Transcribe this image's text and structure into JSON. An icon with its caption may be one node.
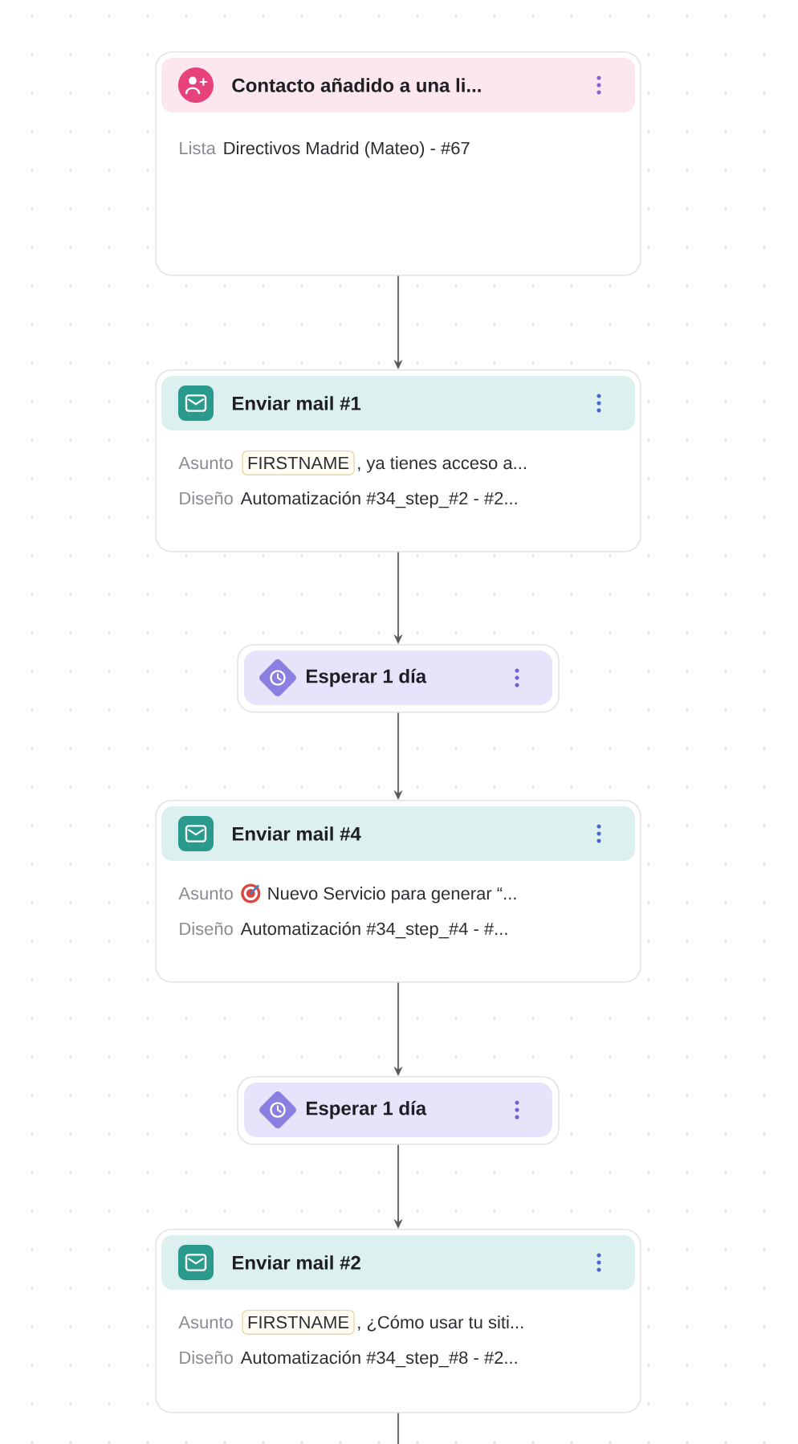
{
  "diagram": {
    "nodes": [
      {
        "text": [
          "Contacto añadido a una li...",
          "Lista",
          "Directivos Madrid (Mateo) - #67"
        ]
      },
      {
        "text": [
          "Enviar mail #1",
          "Asunto",
          ", ya tienes acceso a...",
          "Diseño",
          "Automatización #34_step_#2 - #2..."
        ]
      },
      {
        "text": [
          "FIRSTNAME"
        ],
        "in": 1
      },
      {
        "text": [
          "Esperar 1 día"
        ]
      },
      {
        "text": [
          "Enviar mail #4",
          "Asunto",
          "Nuevo Servicio para generar “...",
          "Diseño",
          "Automatización #34_step_#4 - #..."
        ]
      },
      {
        "text": [
          "Esperar 1 día"
        ]
      },
      {
        "text": [
          "Enviar mail #2",
          "Asunto",
          ", ¿Cómo usar tu siti...",
          "Diseño",
          "Automatización #34_step_#8 - #2..."
        ]
      },
      {
        "text": [
          "FIRSTNAME"
        ],
        "in": 6
      }
    ],
    "edges": [
      {
        "from": 0,
        "to": 1,
        "arrow": "to"
      },
      {
        "from": 1,
        "to": 3,
        "arrow": "to"
      },
      {
        "from": 3,
        "to": 4,
        "arrow": "to"
      },
      {
        "from": 4,
        "to": 5,
        "arrow": "to"
      },
      {
        "from": 5,
        "to": 6,
        "arrow": "to"
      },
      {
        "from": 6,
        "to": null,
        "arrow": "none"
      }
    ]
  }
}
